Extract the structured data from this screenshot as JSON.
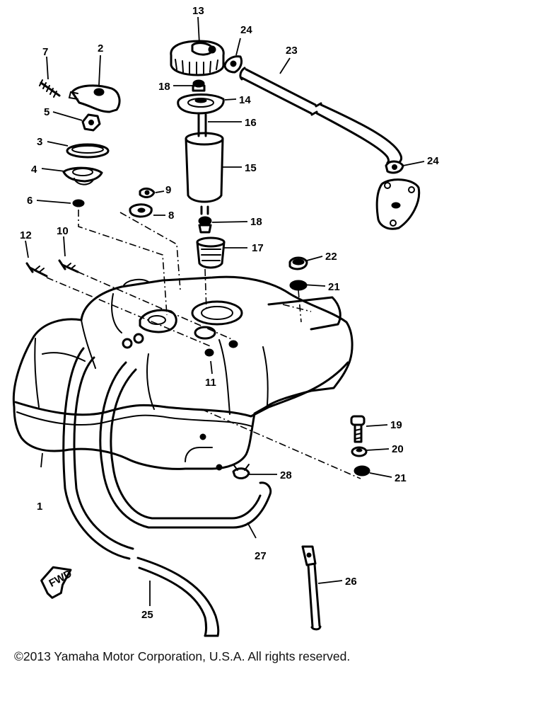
{
  "diagram": {
    "callouts": [
      {
        "id": "c1",
        "text": "1"
      },
      {
        "id": "c2",
        "text": "2"
      },
      {
        "id": "c3",
        "text": "3"
      },
      {
        "id": "c4",
        "text": "4"
      },
      {
        "id": "c5",
        "text": "5"
      },
      {
        "id": "c6",
        "text": "6"
      },
      {
        "id": "c7",
        "text": "7"
      },
      {
        "id": "c8",
        "text": "8"
      },
      {
        "id": "c9",
        "text": "9"
      },
      {
        "id": "c10",
        "text": "10"
      },
      {
        "id": "c11",
        "text": "11"
      },
      {
        "id": "c12",
        "text": "12"
      },
      {
        "id": "c13",
        "text": "13"
      },
      {
        "id": "c14",
        "text": "14"
      },
      {
        "id": "c15",
        "text": "15"
      },
      {
        "id": "c16",
        "text": "16"
      },
      {
        "id": "c17",
        "text": "17"
      },
      {
        "id": "c18a",
        "text": "18"
      },
      {
        "id": "c18b",
        "text": "18"
      },
      {
        "id": "c19",
        "text": "19"
      },
      {
        "id": "c20",
        "text": "20"
      },
      {
        "id": "c21a",
        "text": "21"
      },
      {
        "id": "c21b",
        "text": "21"
      },
      {
        "id": "c22",
        "text": "22"
      },
      {
        "id": "c23",
        "text": "23"
      },
      {
        "id": "c24a",
        "text": "24"
      },
      {
        "id": "c24b",
        "text": "24"
      },
      {
        "id": "c25",
        "text": "25"
      },
      {
        "id": "c26",
        "text": "26"
      },
      {
        "id": "c27",
        "text": "27"
      },
      {
        "id": "c28",
        "text": "28"
      }
    ],
    "fwd_arrow_label": "FWD"
  },
  "footer": {
    "copyright": "©2013 Yamaha Motor Corporation, U.S.A. All rights reserved."
  }
}
